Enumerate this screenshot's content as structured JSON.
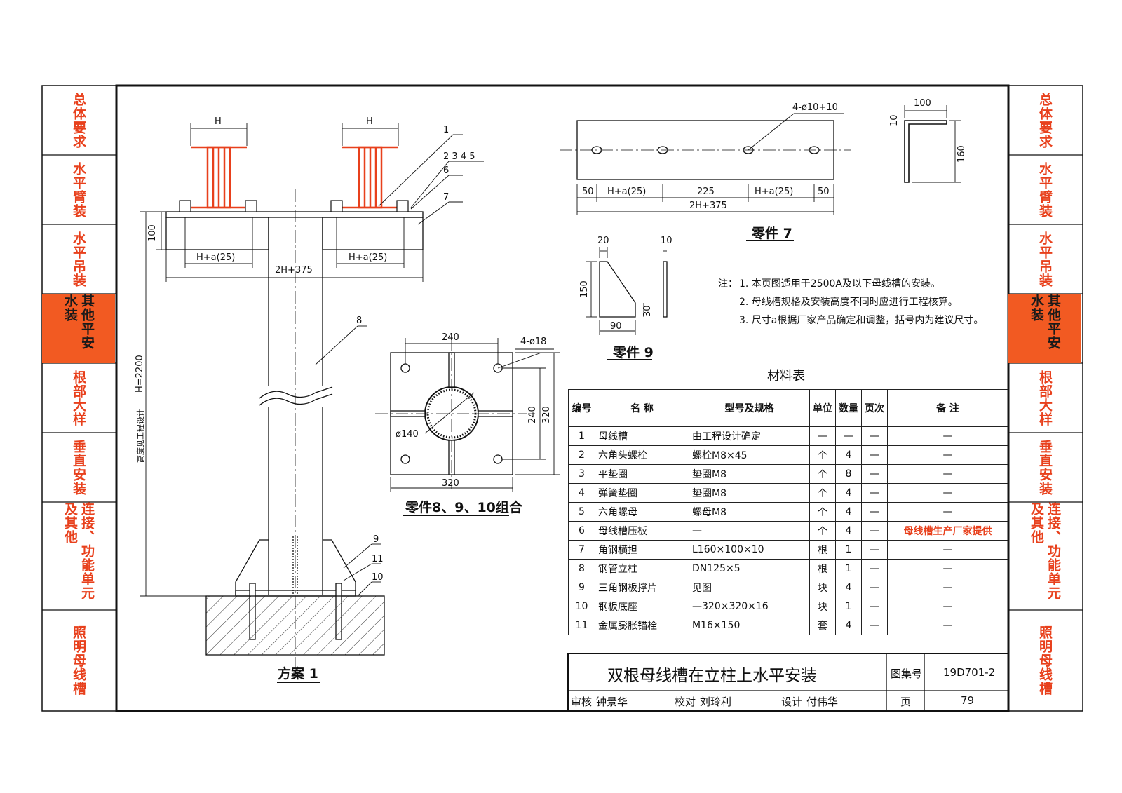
{
  "side_tabs": [
    {
      "label": "总体要求",
      "active": false
    },
    {
      "label": "水平臂装",
      "active": false
    },
    {
      "label": "水平吊装",
      "active": false
    },
    {
      "label": "其他平安水装",
      "active": true
    },
    {
      "label": "根部大样",
      "active": false
    },
    {
      "label": "垂直安装",
      "active": false
    },
    {
      "label": "连接、功能单元及其他",
      "active": false
    },
    {
      "label": "照明母线槽",
      "active": false
    }
  ],
  "drawing": {
    "scheme_caption": "方案 1",
    "part7_caption": "零件 7",
    "part9_caption": "零件 9",
    "combo_caption": "零件8、9、10组合",
    "dims": {
      "h": "H",
      "h_a": "H+a(25)",
      "two_h": "2H+375",
      "d100": "100",
      "height": "H=2200",
      "height_note": "高度见工程设计",
      "p7_holes": "4-ø10+10",
      "d50": "50",
      "d225": "225",
      "a100": "100",
      "a160": "160",
      "a10": "10",
      "g20": "20",
      "g10": "10",
      "g150": "150",
      "g30": "30",
      "g90": "90",
      "b240": "240",
      "b320": "320",
      "b_holes": "4-ø18",
      "b_pipe": "ø140"
    },
    "balloons": {
      "b1": "1",
      "b2345": "2 3 4 5",
      "b6": "6",
      "b7": "7",
      "b8": "8",
      "b9": "9",
      "b11": "11",
      "b10": "10"
    }
  },
  "notes": {
    "prefix": "注：",
    "items": [
      "1.  本页图适用于2500A及以下母线槽的安装。",
      "2.  母线槽规格及安装高度不同时应进行工程核算。",
      "3.  尺寸a根据厂家产品确定和调整，括号内为建议尺寸。"
    ]
  },
  "material_table": {
    "title": "材料表",
    "headers": [
      "编号",
      "名    称",
      "型号及规格",
      "单位",
      "数量",
      "页次",
      "备    注"
    ],
    "rows": [
      [
        "1",
        "母线槽",
        "由工程设计确定",
        "—",
        "—",
        "—",
        "—"
      ],
      [
        "2",
        "六角头螺栓",
        "螺栓M8×45",
        "个",
        "4",
        "—",
        "—"
      ],
      [
        "3",
        "平垫圈",
        "垫圈M8",
        "个",
        "8",
        "—",
        "—"
      ],
      [
        "4",
        "弹簧垫圈",
        "垫圈M8",
        "个",
        "4",
        "—",
        "—"
      ],
      [
        "5",
        "六角螺母",
        "螺母M8",
        "个",
        "4",
        "—",
        "—"
      ],
      [
        "6",
        "母线槽压板",
        "—",
        "个",
        "4",
        "—",
        "母线槽生产厂家提供"
      ],
      [
        "7",
        "角钢横担",
        "L160×100×10",
        "根",
        "1",
        "—",
        "—"
      ],
      [
        "8",
        "钢管立柱",
        "DN125×5",
        "根",
        "1",
        "—",
        "—"
      ],
      [
        "9",
        "三角钢板撑片",
        "见图",
        "块",
        "4",
        "—",
        "—"
      ],
      [
        "10",
        "钢板底座",
        "—320×320×16",
        "块",
        "1",
        "—",
        "—"
      ],
      [
        "11",
        "金属膨胀锚栓",
        "M16×150",
        "套",
        "4",
        "—",
        "—"
      ]
    ]
  },
  "title_block": {
    "title": "双根母线槽在立柱上水平安装",
    "atlas_label": "图集号",
    "atlas_no": "19D701-2",
    "review_label": "审核",
    "reviewer": "钟景华",
    "check_label": "校对",
    "checker": "刘玲利",
    "design_label": "设计",
    "designer": "付伟华",
    "page_label": "页",
    "page_no": "79"
  },
  "colors": {
    "accent": "#e8401c",
    "active_tab": "#f25a22",
    "busway": "#e8401c"
  }
}
